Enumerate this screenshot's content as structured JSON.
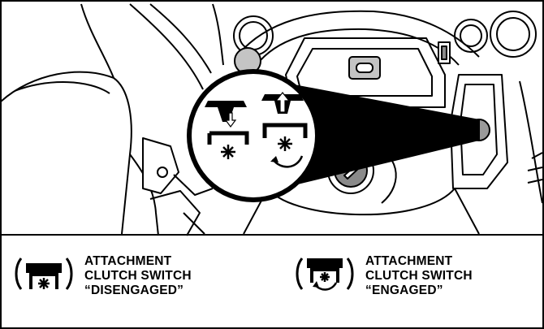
{
  "legend": {
    "disengaged": {
      "icon": "clutch-switch-disengaged-icon",
      "lines": [
        "ATTACHMENT",
        "CLUTCH SWITCH",
        "“DISENGAGED”"
      ]
    },
    "engaged": {
      "icon": "clutch-switch-engaged-icon",
      "lines": [
        "ATTACHMENT",
        "CLUTCH SWITCH",
        "“ENGAGED”"
      ]
    }
  },
  "colors": {
    "line": "#000000",
    "fill_light": "#ffffff",
    "fill_gray": "#c4c4c4",
    "fill_dark_gray": "#8a8a8a",
    "knob_gray": "#9a9a9a"
  }
}
